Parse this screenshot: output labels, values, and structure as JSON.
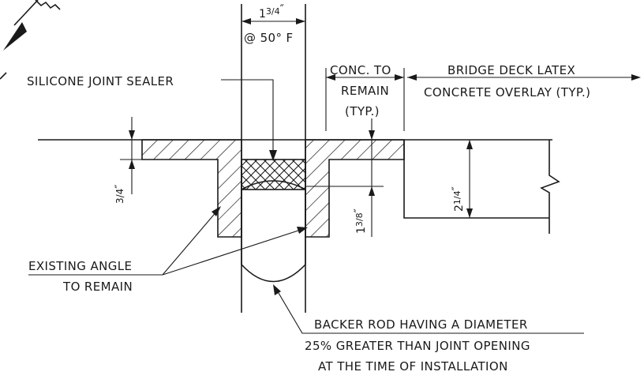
{
  "joint_width": {
    "whole": "1",
    "fraction": "3/4",
    "inch": "″",
    "note": "@ 50° F"
  },
  "labels": {
    "silicone_sealer": "SILICONE JOINT SEALER",
    "conc_remain": [
      "CONC. TO",
      "REMAIN",
      "(TYP.)"
    ],
    "bridge_deck": [
      "BRIDGE DECK LATEX",
      "CONCRETE OVERLAY (TYP.)"
    ],
    "existing_angle": [
      "EXISTING ANGLE",
      "TO REMAIN"
    ],
    "backer_rod": [
      "BACKER ROD HAVING A DIAMETER",
      "25% GREATER THAN JOINT OPENING",
      "AT THE TIME OF INSTALLATION"
    ]
  },
  "dimensions": {
    "overlay_depth": {
      "whole": "",
      "fraction": "3/4",
      "inch": "″"
    },
    "sealer_depth": {
      "whole": "1",
      "fraction": "3/8",
      "inch": "″"
    },
    "deck_depth": {
      "whole": "2",
      "fraction": "1/4",
      "inch": "″"
    }
  }
}
